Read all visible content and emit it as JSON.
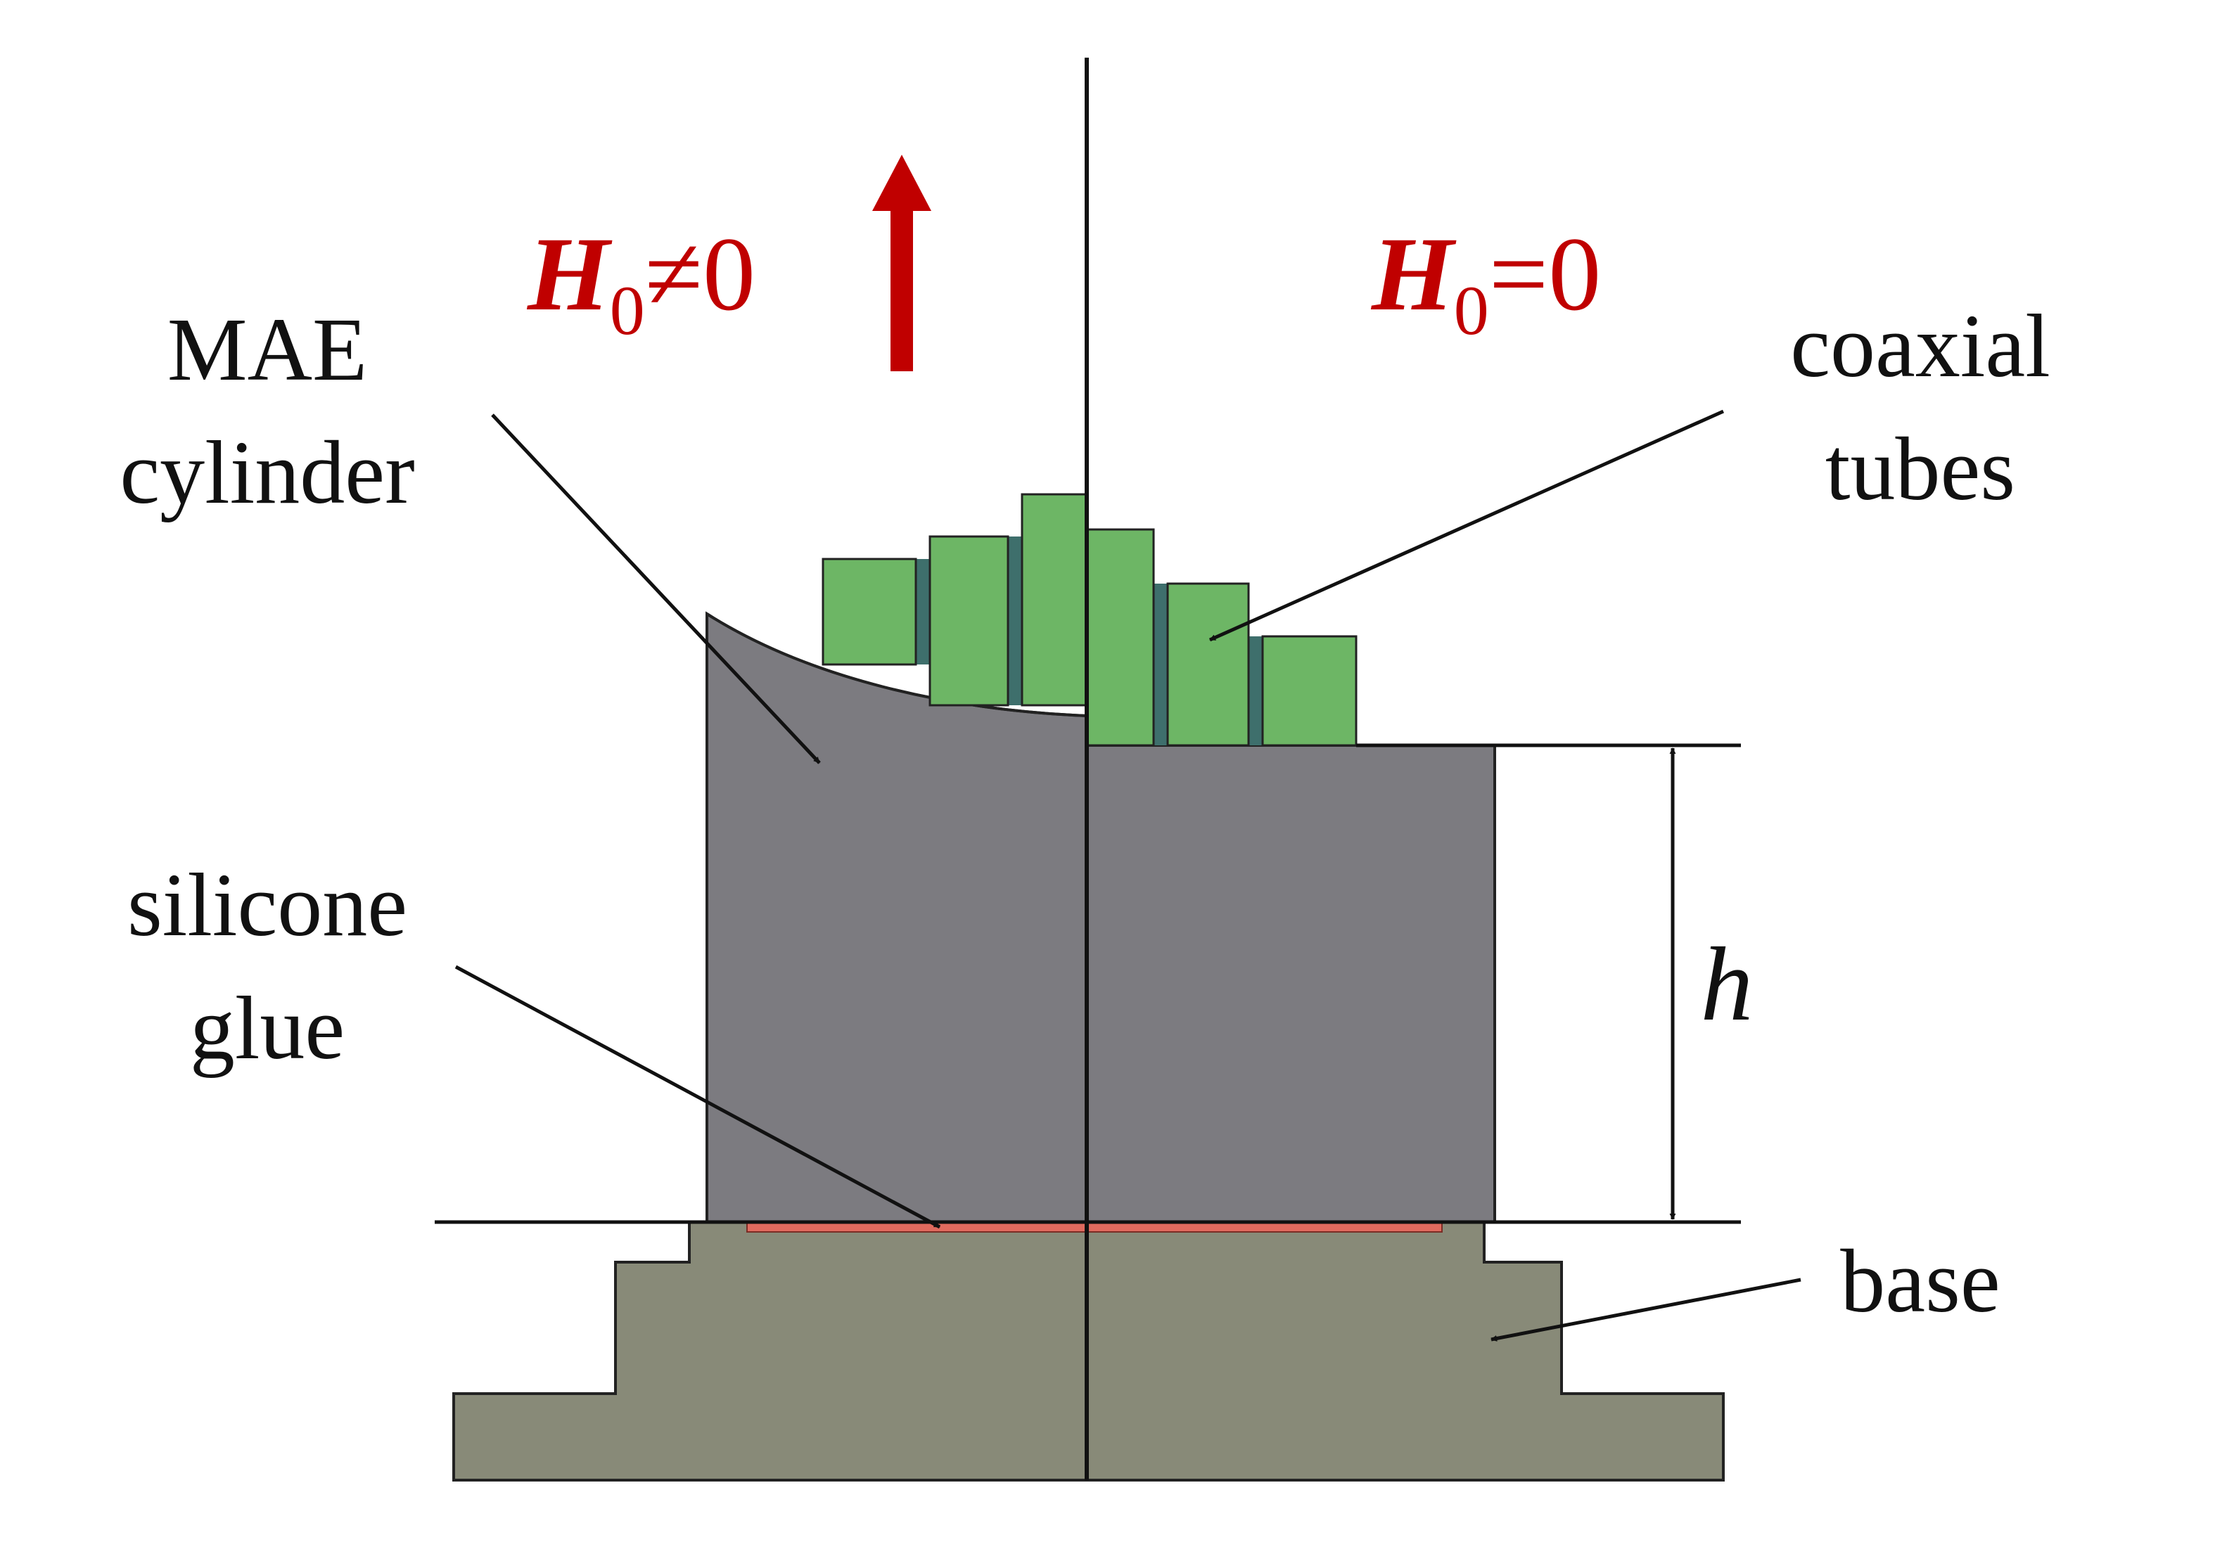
{
  "colors": {
    "mae_cylinder": "#7c7b80",
    "coaxial_tube": "#6db665",
    "tube_gap": "#3e6f6c",
    "silicone_glue": "#e06a5e",
    "base": "#888a78",
    "field_text": "#c00000",
    "lines": "#111111"
  },
  "left_state": {
    "symbol": "H",
    "subscript": "0",
    "relation": "≠0"
  },
  "right_state": {
    "symbol": "H",
    "subscript": "0",
    "relation": "=0"
  },
  "labels": {
    "mae_line1": "MAE",
    "mae_line2": "cylinder",
    "coaxial_line1": "coaxial",
    "coaxial_line2": "tubes",
    "silicone_line1": "silicone",
    "silicone_line2": "glue",
    "base": "base",
    "height": "h"
  },
  "icons": {
    "field_direction": "arrow-up-icon"
  }
}
